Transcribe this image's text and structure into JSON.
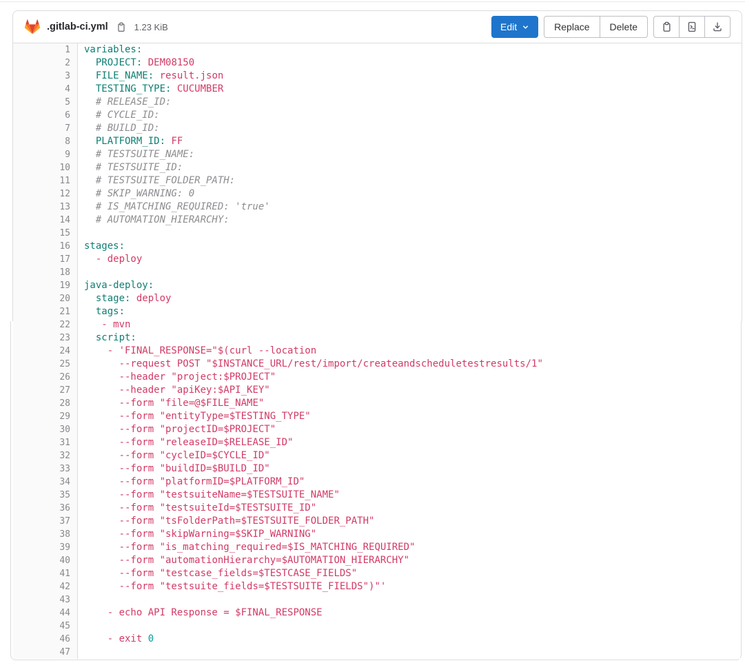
{
  "header": {
    "file_name": ".gitlab-ci.yml",
    "file_size": "1.23 KiB",
    "buttons": {
      "edit": "Edit",
      "replace": "Replace",
      "delete": "Delete"
    },
    "icon_buttons": [
      "copy-contents",
      "open-raw",
      "download"
    ]
  },
  "colors": {
    "accent_blue": "#1f75cb",
    "key_teal": "#0e7f73",
    "value_red": "#d23a66",
    "comment_gray": "#8d8d92",
    "number_cyan": "#089a9a",
    "border_gray": "#dcdcde",
    "line_number_gray": "#89888d",
    "logo_red": "#e24329",
    "logo_orange": "#fc6d26",
    "logo_yellow": "#fca326"
  },
  "code": {
    "language": "yaml",
    "lines": [
      {
        "n": 1,
        "segs": [
          [
            "k",
            "variables:"
          ]
        ]
      },
      {
        "n": 2,
        "segs": [
          [
            "p",
            "  "
          ],
          [
            "k",
            "PROJECT:"
          ],
          [
            "p",
            " "
          ],
          [
            "v",
            "DEM08150"
          ]
        ]
      },
      {
        "n": 3,
        "segs": [
          [
            "p",
            "  "
          ],
          [
            "k",
            "FILE_NAME:"
          ],
          [
            "p",
            " "
          ],
          [
            "v",
            "result.json"
          ]
        ]
      },
      {
        "n": 4,
        "segs": [
          [
            "p",
            "  "
          ],
          [
            "k",
            "TESTING_TYPE:"
          ],
          [
            "p",
            " "
          ],
          [
            "v",
            "CUCUMBER"
          ]
        ]
      },
      {
        "n": 5,
        "segs": [
          [
            "p",
            "  "
          ],
          [
            "c",
            "# RELEASE_ID:"
          ]
        ]
      },
      {
        "n": 6,
        "segs": [
          [
            "p",
            "  "
          ],
          [
            "c",
            "# CYCLE_ID:"
          ]
        ]
      },
      {
        "n": 7,
        "segs": [
          [
            "p",
            "  "
          ],
          [
            "c",
            "# BUILD_ID:"
          ]
        ]
      },
      {
        "n": 8,
        "segs": [
          [
            "p",
            "  "
          ],
          [
            "k",
            "PLATFORM_ID:"
          ],
          [
            "p",
            " "
          ],
          [
            "v",
            "FF"
          ]
        ]
      },
      {
        "n": 9,
        "segs": [
          [
            "p",
            "  "
          ],
          [
            "c",
            "# TESTSUITE_NAME:"
          ]
        ]
      },
      {
        "n": 10,
        "segs": [
          [
            "p",
            "  "
          ],
          [
            "c",
            "# TESTSUITE_ID:"
          ]
        ]
      },
      {
        "n": 11,
        "segs": [
          [
            "p",
            "  "
          ],
          [
            "c",
            "# TESTSUITE_FOLDER_PATH:"
          ]
        ]
      },
      {
        "n": 12,
        "segs": [
          [
            "p",
            "  "
          ],
          [
            "c",
            "# SKIP_WARNING: 0"
          ]
        ]
      },
      {
        "n": 13,
        "segs": [
          [
            "p",
            "  "
          ],
          [
            "c",
            "# IS_MATCHING_REQUIRED: 'true'"
          ]
        ]
      },
      {
        "n": 14,
        "segs": [
          [
            "p",
            "  "
          ],
          [
            "c",
            "# AUTOMATION_HIERARCHY:"
          ]
        ]
      },
      {
        "n": 15,
        "segs": []
      },
      {
        "n": 16,
        "segs": [
          [
            "k",
            "stages:"
          ]
        ]
      },
      {
        "n": 17,
        "segs": [
          [
            "p",
            "  "
          ],
          [
            "v",
            "- deploy"
          ]
        ]
      },
      {
        "n": 18,
        "segs": []
      },
      {
        "n": 19,
        "segs": [
          [
            "k",
            "java-deploy:"
          ]
        ]
      },
      {
        "n": 20,
        "segs": [
          [
            "p",
            "  "
          ],
          [
            "k",
            "stage:"
          ],
          [
            "p",
            " "
          ],
          [
            "v",
            "deploy"
          ]
        ]
      },
      {
        "n": 21,
        "segs": [
          [
            "p",
            "  "
          ],
          [
            "k",
            "tags:"
          ]
        ]
      },
      {
        "n": 22,
        "segs": [
          [
            "p",
            "   "
          ],
          [
            "v",
            "- mvn"
          ]
        ]
      },
      {
        "n": 23,
        "segs": [
          [
            "p",
            "  "
          ],
          [
            "k",
            "script:"
          ]
        ]
      },
      {
        "n": 24,
        "segs": [
          [
            "p",
            "    "
          ],
          [
            "v",
            "- 'FINAL_RESPONSE=\"$(curl --location"
          ]
        ]
      },
      {
        "n": 25,
        "segs": [
          [
            "p",
            "      "
          ],
          [
            "v",
            "--request POST \"$INSTANCE_URL/rest/import/createandscheduletestresults/1\""
          ]
        ]
      },
      {
        "n": 26,
        "segs": [
          [
            "p",
            "      "
          ],
          [
            "v",
            "--header \"project:$PROJECT\""
          ]
        ]
      },
      {
        "n": 27,
        "segs": [
          [
            "p",
            "      "
          ],
          [
            "v",
            "--header \"apiKey:$API_KEY\""
          ]
        ]
      },
      {
        "n": 28,
        "segs": [
          [
            "p",
            "      "
          ],
          [
            "v",
            "--form \"file=@$FILE_NAME\""
          ]
        ]
      },
      {
        "n": 29,
        "segs": [
          [
            "p",
            "      "
          ],
          [
            "v",
            "--form \"entityType=$TESTING_TYPE\""
          ]
        ]
      },
      {
        "n": 30,
        "segs": [
          [
            "p",
            "      "
          ],
          [
            "v",
            "--form \"projectID=$PROJECT\""
          ]
        ]
      },
      {
        "n": 31,
        "segs": [
          [
            "p",
            "      "
          ],
          [
            "v",
            "--form \"releaseID=$RELEASE_ID\""
          ]
        ]
      },
      {
        "n": 32,
        "segs": [
          [
            "p",
            "      "
          ],
          [
            "v",
            "--form \"cycleID=$CYCLE_ID\""
          ]
        ]
      },
      {
        "n": 33,
        "segs": [
          [
            "p",
            "      "
          ],
          [
            "v",
            "--form \"buildID=$BUILD_ID\""
          ]
        ]
      },
      {
        "n": 34,
        "segs": [
          [
            "p",
            "      "
          ],
          [
            "v",
            "--form \"platformID=$PLATFORM_ID\""
          ]
        ]
      },
      {
        "n": 35,
        "segs": [
          [
            "p",
            "      "
          ],
          [
            "v",
            "--form \"testsuiteName=$TESTSUITE_NAME\""
          ]
        ]
      },
      {
        "n": 36,
        "segs": [
          [
            "p",
            "      "
          ],
          [
            "v",
            "--form \"testsuiteId=$TESTSUITE_ID\""
          ]
        ]
      },
      {
        "n": 37,
        "segs": [
          [
            "p",
            "      "
          ],
          [
            "v",
            "--form \"tsFolderPath=$TESTSUITE_FOLDER_PATH\""
          ]
        ]
      },
      {
        "n": 38,
        "segs": [
          [
            "p",
            "      "
          ],
          [
            "v",
            "--form \"skipWarning=$SKIP_WARNING\""
          ]
        ]
      },
      {
        "n": 39,
        "segs": [
          [
            "p",
            "      "
          ],
          [
            "v",
            "--form \"is_matching_required=$IS_MATCHING_REQUIRED\""
          ]
        ]
      },
      {
        "n": 40,
        "segs": [
          [
            "p",
            "      "
          ],
          [
            "v",
            "--form \"automationHierarchy=$AUTOMATION_HIERARCHY\""
          ]
        ]
      },
      {
        "n": 41,
        "segs": [
          [
            "p",
            "      "
          ],
          [
            "v",
            "--form \"testcase_fields=$TESTCASE_FIELDS\""
          ]
        ]
      },
      {
        "n": 42,
        "segs": [
          [
            "p",
            "      "
          ],
          [
            "v",
            "--form \"testsuite_fields=$TESTSUITE_FIELDS\")\"'"
          ]
        ]
      },
      {
        "n": 43,
        "segs": []
      },
      {
        "n": 44,
        "segs": [
          [
            "p",
            "    "
          ],
          [
            "v",
            "- echo API Response = $FINAL_RESPONSE"
          ]
        ]
      },
      {
        "n": 45,
        "segs": []
      },
      {
        "n": 46,
        "segs": [
          [
            "p",
            "    "
          ],
          [
            "v",
            "- exit "
          ],
          [
            "n2",
            "0"
          ]
        ]
      },
      {
        "n": 47,
        "segs": []
      }
    ]
  }
}
